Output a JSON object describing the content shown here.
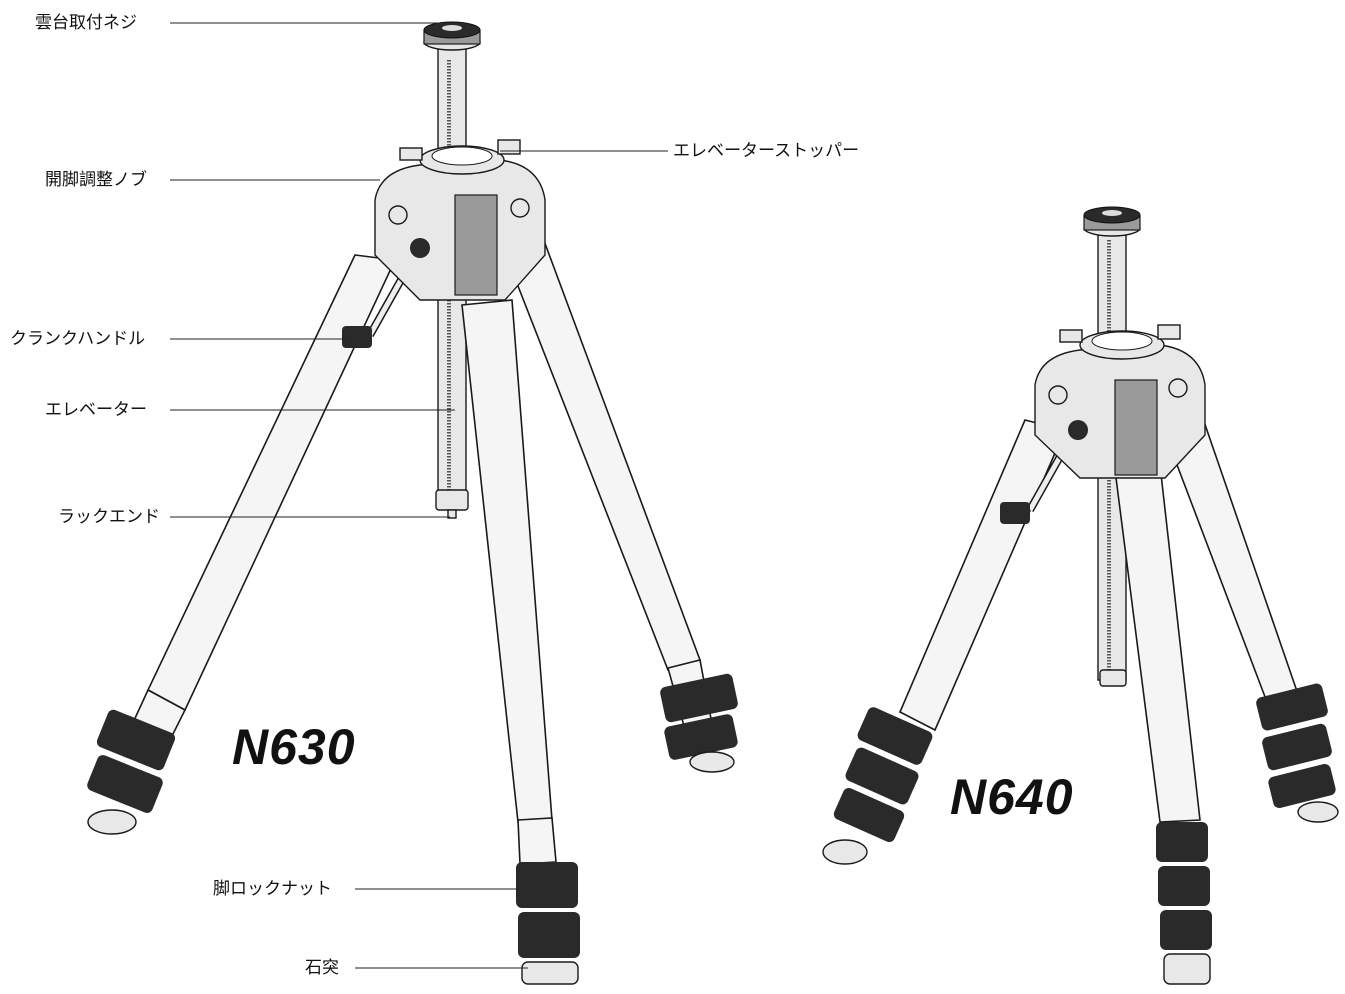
{
  "labels": {
    "head_screw": "雲台取付ネジ",
    "elevator_stopper": "エレベーターストッパー",
    "leg_angle_knob": "開脚調整ノブ",
    "crank_handle": "クランクハンドル",
    "elevator": "エレベーター",
    "rack_end": "ラックエンド",
    "leg_lock_nut": "脚ロックナット",
    "stone_spike": "石突"
  },
  "models": {
    "left": "N630",
    "right": "N640"
  }
}
